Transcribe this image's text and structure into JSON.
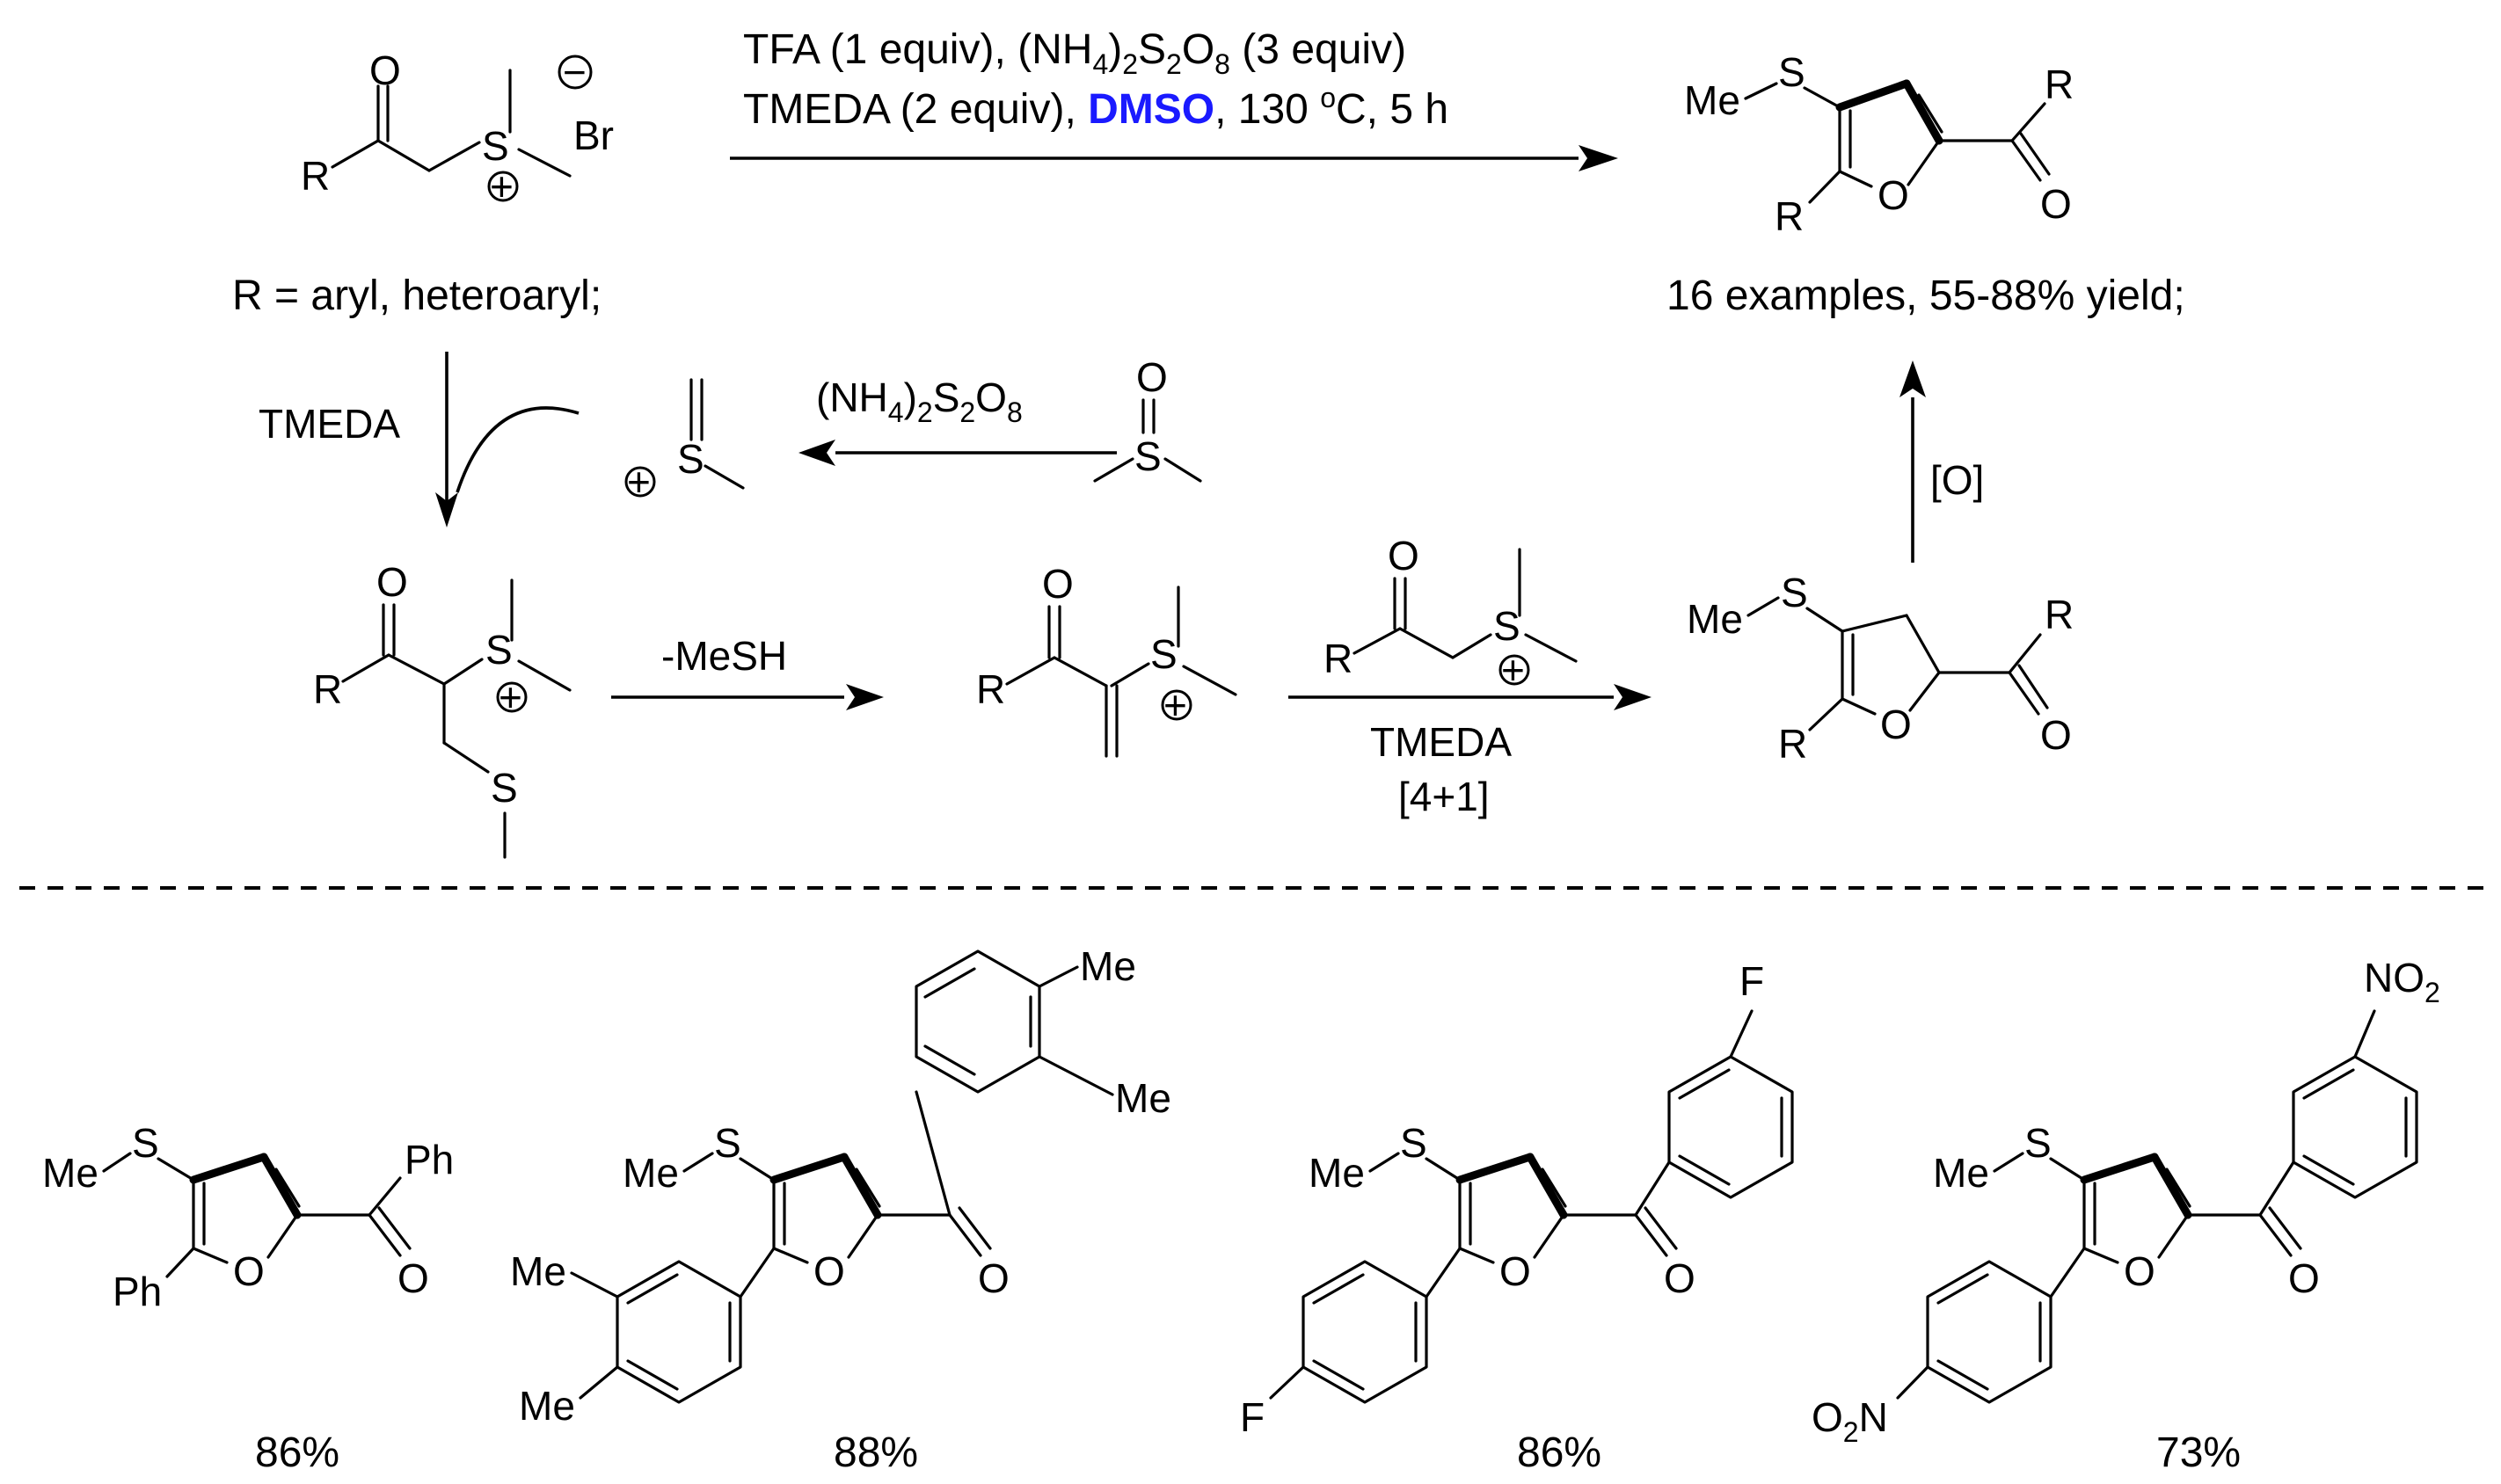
{
  "conditions": {
    "line1": {
      "tfa": "TFA (1 equiv), (NH",
      "sub4": "4",
      "mid": ")",
      "sub2": "2",
      "s": "S",
      "sub2b": "2",
      "o": "O",
      "sub8": "8",
      "tail": " (3 equiv)"
    },
    "line2": {
      "head": "TMEDA (2 equiv), ",
      "dmso": "DMSO",
      "tail": ", 130 ",
      "deg": "o",
      "temp_tail": "C, 5 h"
    }
  },
  "substituent_note": "R =  aryl, heteroaryl;",
  "summary": "16 examples, 55-88% yield;",
  "arrows": {
    "tmeda": "TMEDA",
    "persulfate": {
      "a": "(NH",
      "s4": "4",
      "b": ")",
      "s2": "2",
      "c": "S",
      "s2b": "2",
      "d": "O",
      "s8": "8"
    },
    "mesh": "-MeSH",
    "annulation": {
      "base": "TMEDA",
      "type": "[4+1]"
    },
    "oxidation": "[O]"
  },
  "atoms": {
    "O": "O",
    "S": "S",
    "R": "R",
    "Br": "Br",
    "Me": "Me",
    "MeS": "Me",
    "Ph": "Ph",
    "F": "F",
    "NO2": "NO",
    "NO2_sub": "2",
    "O2N_sub": "2",
    "N": "N",
    "plus": "+",
    "minus": "−"
  },
  "colors": {
    "dmso": "#1a1aff"
  },
  "yields": [
    "86%",
    "88%",
    "86%",
    "73%"
  ]
}
